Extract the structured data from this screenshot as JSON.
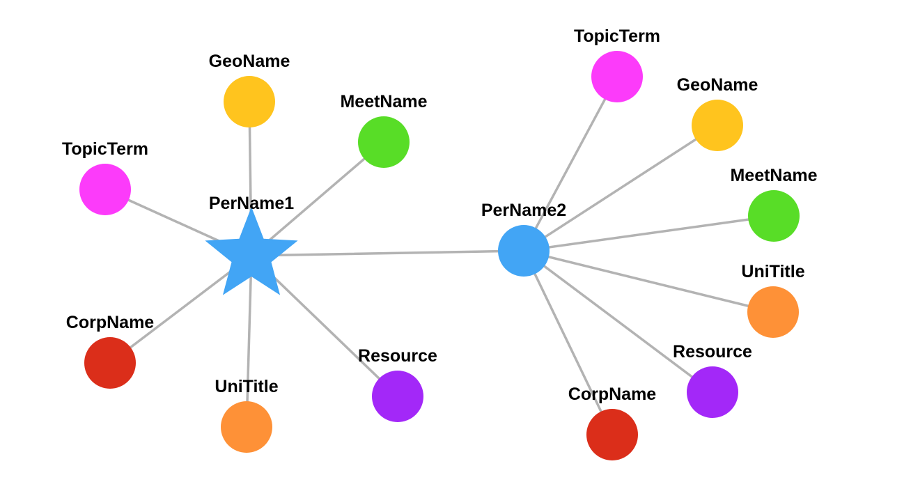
{
  "nodes": [
    {
      "id": "pername1",
      "label": "PerName1",
      "type": "pername",
      "shape": "star",
      "color": "#42a5f5"
    },
    {
      "id": "pername1-geoname",
      "label": "GeoName",
      "type": "geoname",
      "shape": "circle",
      "color": "#ffc41e"
    },
    {
      "id": "pername1-meetname",
      "label": "MeetName",
      "type": "meetname",
      "shape": "circle",
      "color": "#58dd27"
    },
    {
      "id": "pername1-topicterm",
      "label": "TopicTerm",
      "type": "topicterm",
      "shape": "circle",
      "color": "#fc3bfa"
    },
    {
      "id": "pername1-corpname",
      "label": "CorpName",
      "type": "corpname",
      "shape": "circle",
      "color": "#db2e1a"
    },
    {
      "id": "pername1-unititle",
      "label": "UniTitle",
      "type": "unititle",
      "shape": "circle",
      "color": "#fe9137"
    },
    {
      "id": "pername1-resource",
      "label": "Resource",
      "type": "resource",
      "shape": "circle",
      "color": "#a328f8"
    },
    {
      "id": "pername2",
      "label": "PerName2",
      "type": "pername",
      "shape": "circle",
      "color": "#42a5f5"
    },
    {
      "id": "pername2-topicterm",
      "label": "TopicTerm",
      "type": "topicterm",
      "shape": "circle",
      "color": "#fc3bfa"
    },
    {
      "id": "pername2-geoname",
      "label": "GeoName",
      "type": "geoname",
      "shape": "circle",
      "color": "#ffc41e"
    },
    {
      "id": "pername2-meetname",
      "label": "MeetName",
      "type": "meetname",
      "shape": "circle",
      "color": "#58dd27"
    },
    {
      "id": "pername2-unititle",
      "label": "UniTitle",
      "type": "unititle",
      "shape": "circle",
      "color": "#fe9137"
    },
    {
      "id": "pername2-resource",
      "label": "Resource",
      "type": "resource",
      "shape": "circle",
      "color": "#a328f8"
    },
    {
      "id": "pername2-corpname",
      "label": "CorpName",
      "type": "corpname",
      "shape": "circle",
      "color": "#db2e1a"
    }
  ],
  "edges": [
    {
      "source": "pername1",
      "target": "pername1-geoname"
    },
    {
      "source": "pername1",
      "target": "pername1-meetname"
    },
    {
      "source": "pername1",
      "target": "pername1-topicterm"
    },
    {
      "source": "pername1",
      "target": "pername1-corpname"
    },
    {
      "source": "pername1",
      "target": "pername1-unititle"
    },
    {
      "source": "pername1",
      "target": "pername1-resource"
    },
    {
      "source": "pername1",
      "target": "pername2"
    },
    {
      "source": "pername2",
      "target": "pername2-topicterm"
    },
    {
      "source": "pername2",
      "target": "pername2-geoname"
    },
    {
      "source": "pername2",
      "target": "pername2-meetname"
    },
    {
      "source": "pername2",
      "target": "pername2-unititle"
    },
    {
      "source": "pername2",
      "target": "pername2-resource"
    },
    {
      "source": "pername2",
      "target": "pername2-corpname"
    }
  ],
  "colors": {
    "edge": "#b3b3b3",
    "label": "#000000",
    "background": "#ffffff"
  }
}
